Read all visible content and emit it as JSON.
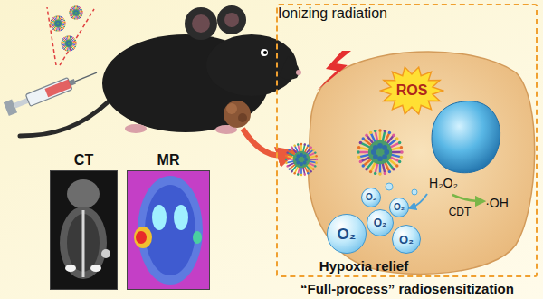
{
  "diagram": {
    "nodes": [
      {
        "text": [
          "Ionizing radiation"
        ]
      },
      {
        "text": [
          "ROS"
        ],
        "in": 0
      },
      {
        "text": [
          "O₂"
        ],
        "in": 0
      },
      {
        "text": [
          "O₂"
        ],
        "in": 0
      },
      {
        "text": [
          "O₂"
        ],
        "in": 0
      },
      {
        "text": [
          "O₂"
        ],
        "in": 0
      },
      {
        "text": [
          "O₂"
        ],
        "in": 0
      },
      {
        "text": [
          "CT"
        ]
      },
      {
        "text": [
          "MR"
        ]
      }
    ],
    "labels": [
      "H₂O₂",
      "CDT",
      "·OH",
      "Hypoxia relief",
      "“Full-process” radiosensitization"
    ]
  }
}
